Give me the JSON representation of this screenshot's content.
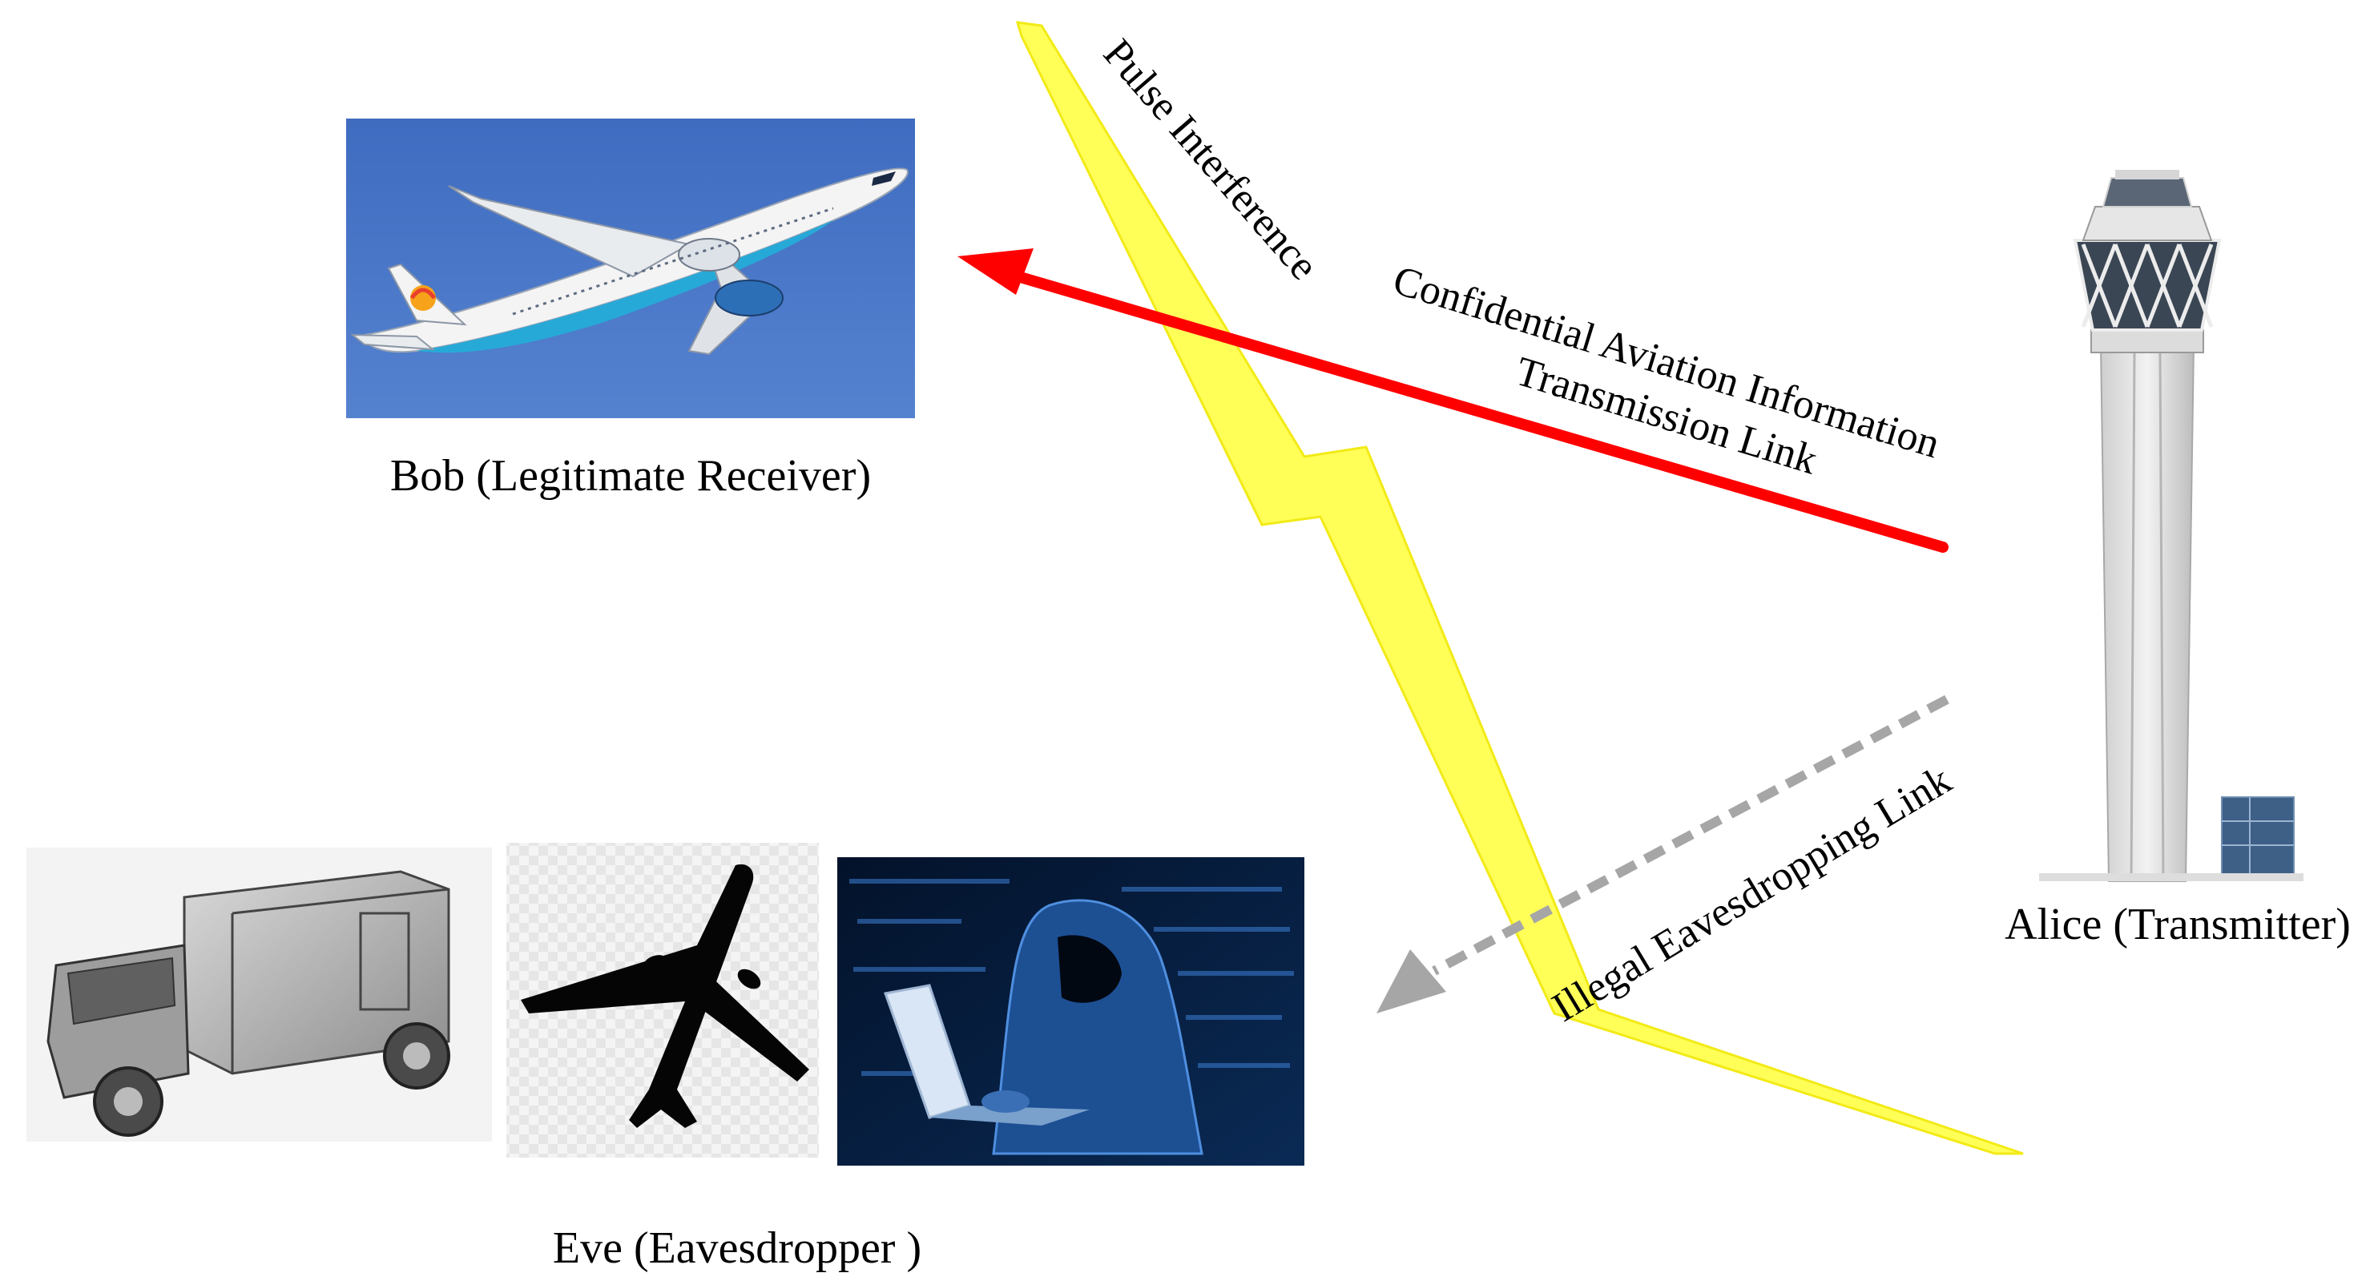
{
  "nodes": {
    "bob": {
      "label": "Bob (Legitimate Receiver)"
    },
    "alice": {
      "label": "Alice (Transmitter)"
    },
    "eve": {
      "label": "Eve (Eavesdropper )"
    }
  },
  "links": {
    "pulse": {
      "label": "Pulse Interference"
    },
    "confidential": {
      "line1": "Confidential Aviation Information",
      "line2": "Transmission Link"
    },
    "eavesdrop": {
      "label": "Illegal Eavesdropping Link"
    }
  },
  "colors": {
    "confidential_link": "#ff0000",
    "eavesdrop_link": "#a6a6a6",
    "pulse_bolt": "#ffff33",
    "sky": "#4a77c5"
  }
}
